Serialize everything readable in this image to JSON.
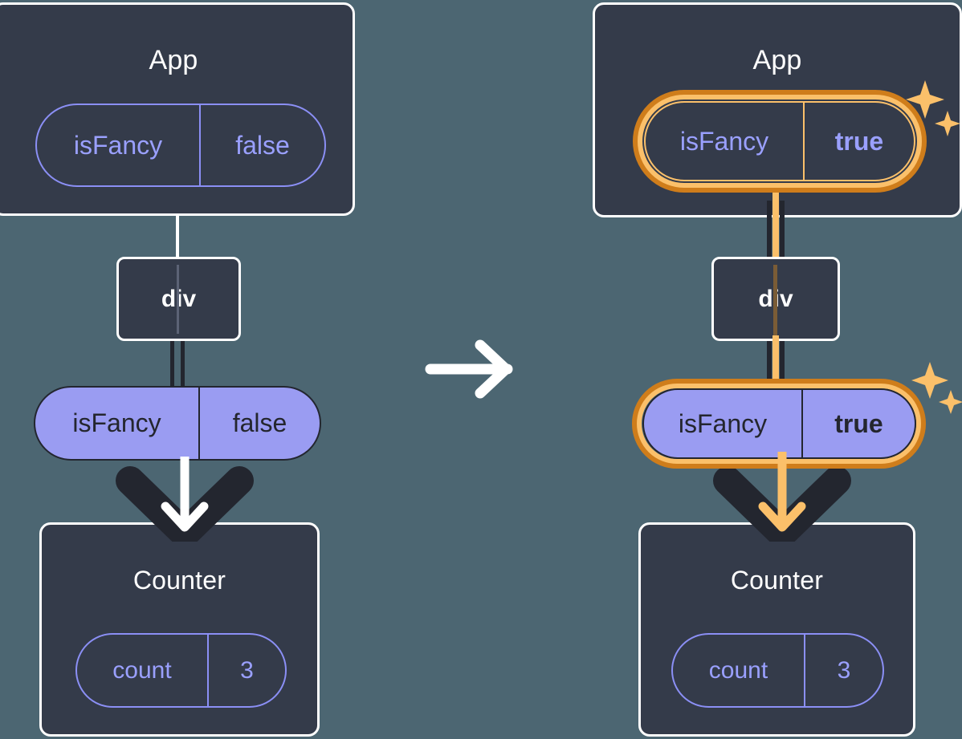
{
  "diagram": {
    "title": "React state propagation: isFancy false to true",
    "background_color": "#4c6672",
    "box_color": "#343b4a",
    "pill_purple": "#9a9cf2",
    "accent_amber": "#fbc06a",
    "accent_orange": "#cf7d1b",
    "text_purple": "#9aa0ff",
    "text_white": "#ffffff"
  },
  "transition": {
    "icon": "arrow-right-icon",
    "color": "#ffffff"
  },
  "panels": [
    {
      "id": "before",
      "app": {
        "title": "App",
        "state": {
          "key": "isFancy",
          "value": "false",
          "highlighted": false,
          "value_bold": false
        }
      },
      "element": {
        "label": "div"
      },
      "prop": {
        "key": "isFancy",
        "value": "false",
        "highlighted": false,
        "value_bold": false
      },
      "child": {
        "title": "Counter",
        "state": {
          "key": "count",
          "value": "3",
          "highlighted": false
        }
      },
      "arrow": {
        "icon": "arrow-down-icon",
        "color": "#ffffff"
      },
      "sparkles": false
    },
    {
      "id": "after",
      "app": {
        "title": "App",
        "state": {
          "key": "isFancy",
          "value": "true",
          "highlighted": true,
          "value_bold": true
        }
      },
      "element": {
        "label": "div"
      },
      "prop": {
        "key": "isFancy",
        "value": "true",
        "highlighted": true,
        "value_bold": true
      },
      "child": {
        "title": "Counter",
        "state": {
          "key": "count",
          "value": "3",
          "highlighted": false
        }
      },
      "arrow": {
        "icon": "arrow-down-icon",
        "color": "#fbc06a"
      },
      "sparkles": true
    }
  ]
}
